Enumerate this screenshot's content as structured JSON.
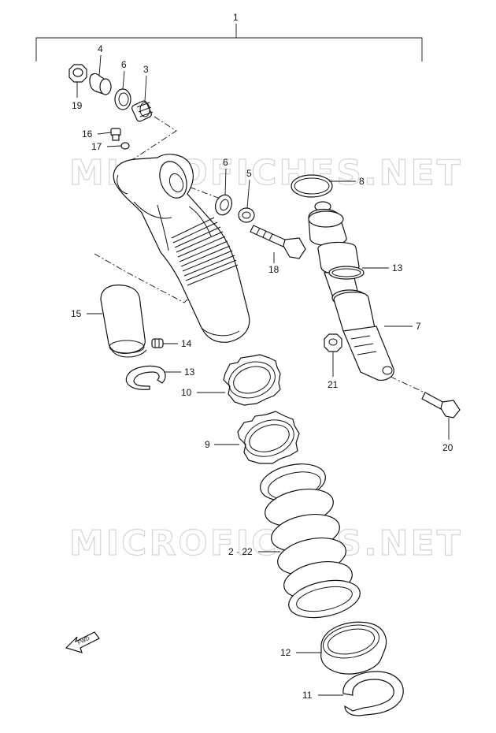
{
  "watermark": "MICROFICHES.NET",
  "fwd_label": "FWD",
  "callouts": {
    "c1": "1",
    "c4": "4",
    "c6a": "6",
    "c3": "3",
    "c19": "19",
    "c16": "16",
    "c17": "17",
    "c6b": "6",
    "c5": "5",
    "c8": "8",
    "c18": "18",
    "c13a": "13",
    "c7": "7",
    "c15": "15",
    "c14": "14",
    "c13b": "13",
    "c21": "21",
    "c10": "10",
    "c9": "9",
    "c20": "20",
    "c2_22": "2 · 22",
    "c12": "12",
    "c11": "11"
  }
}
